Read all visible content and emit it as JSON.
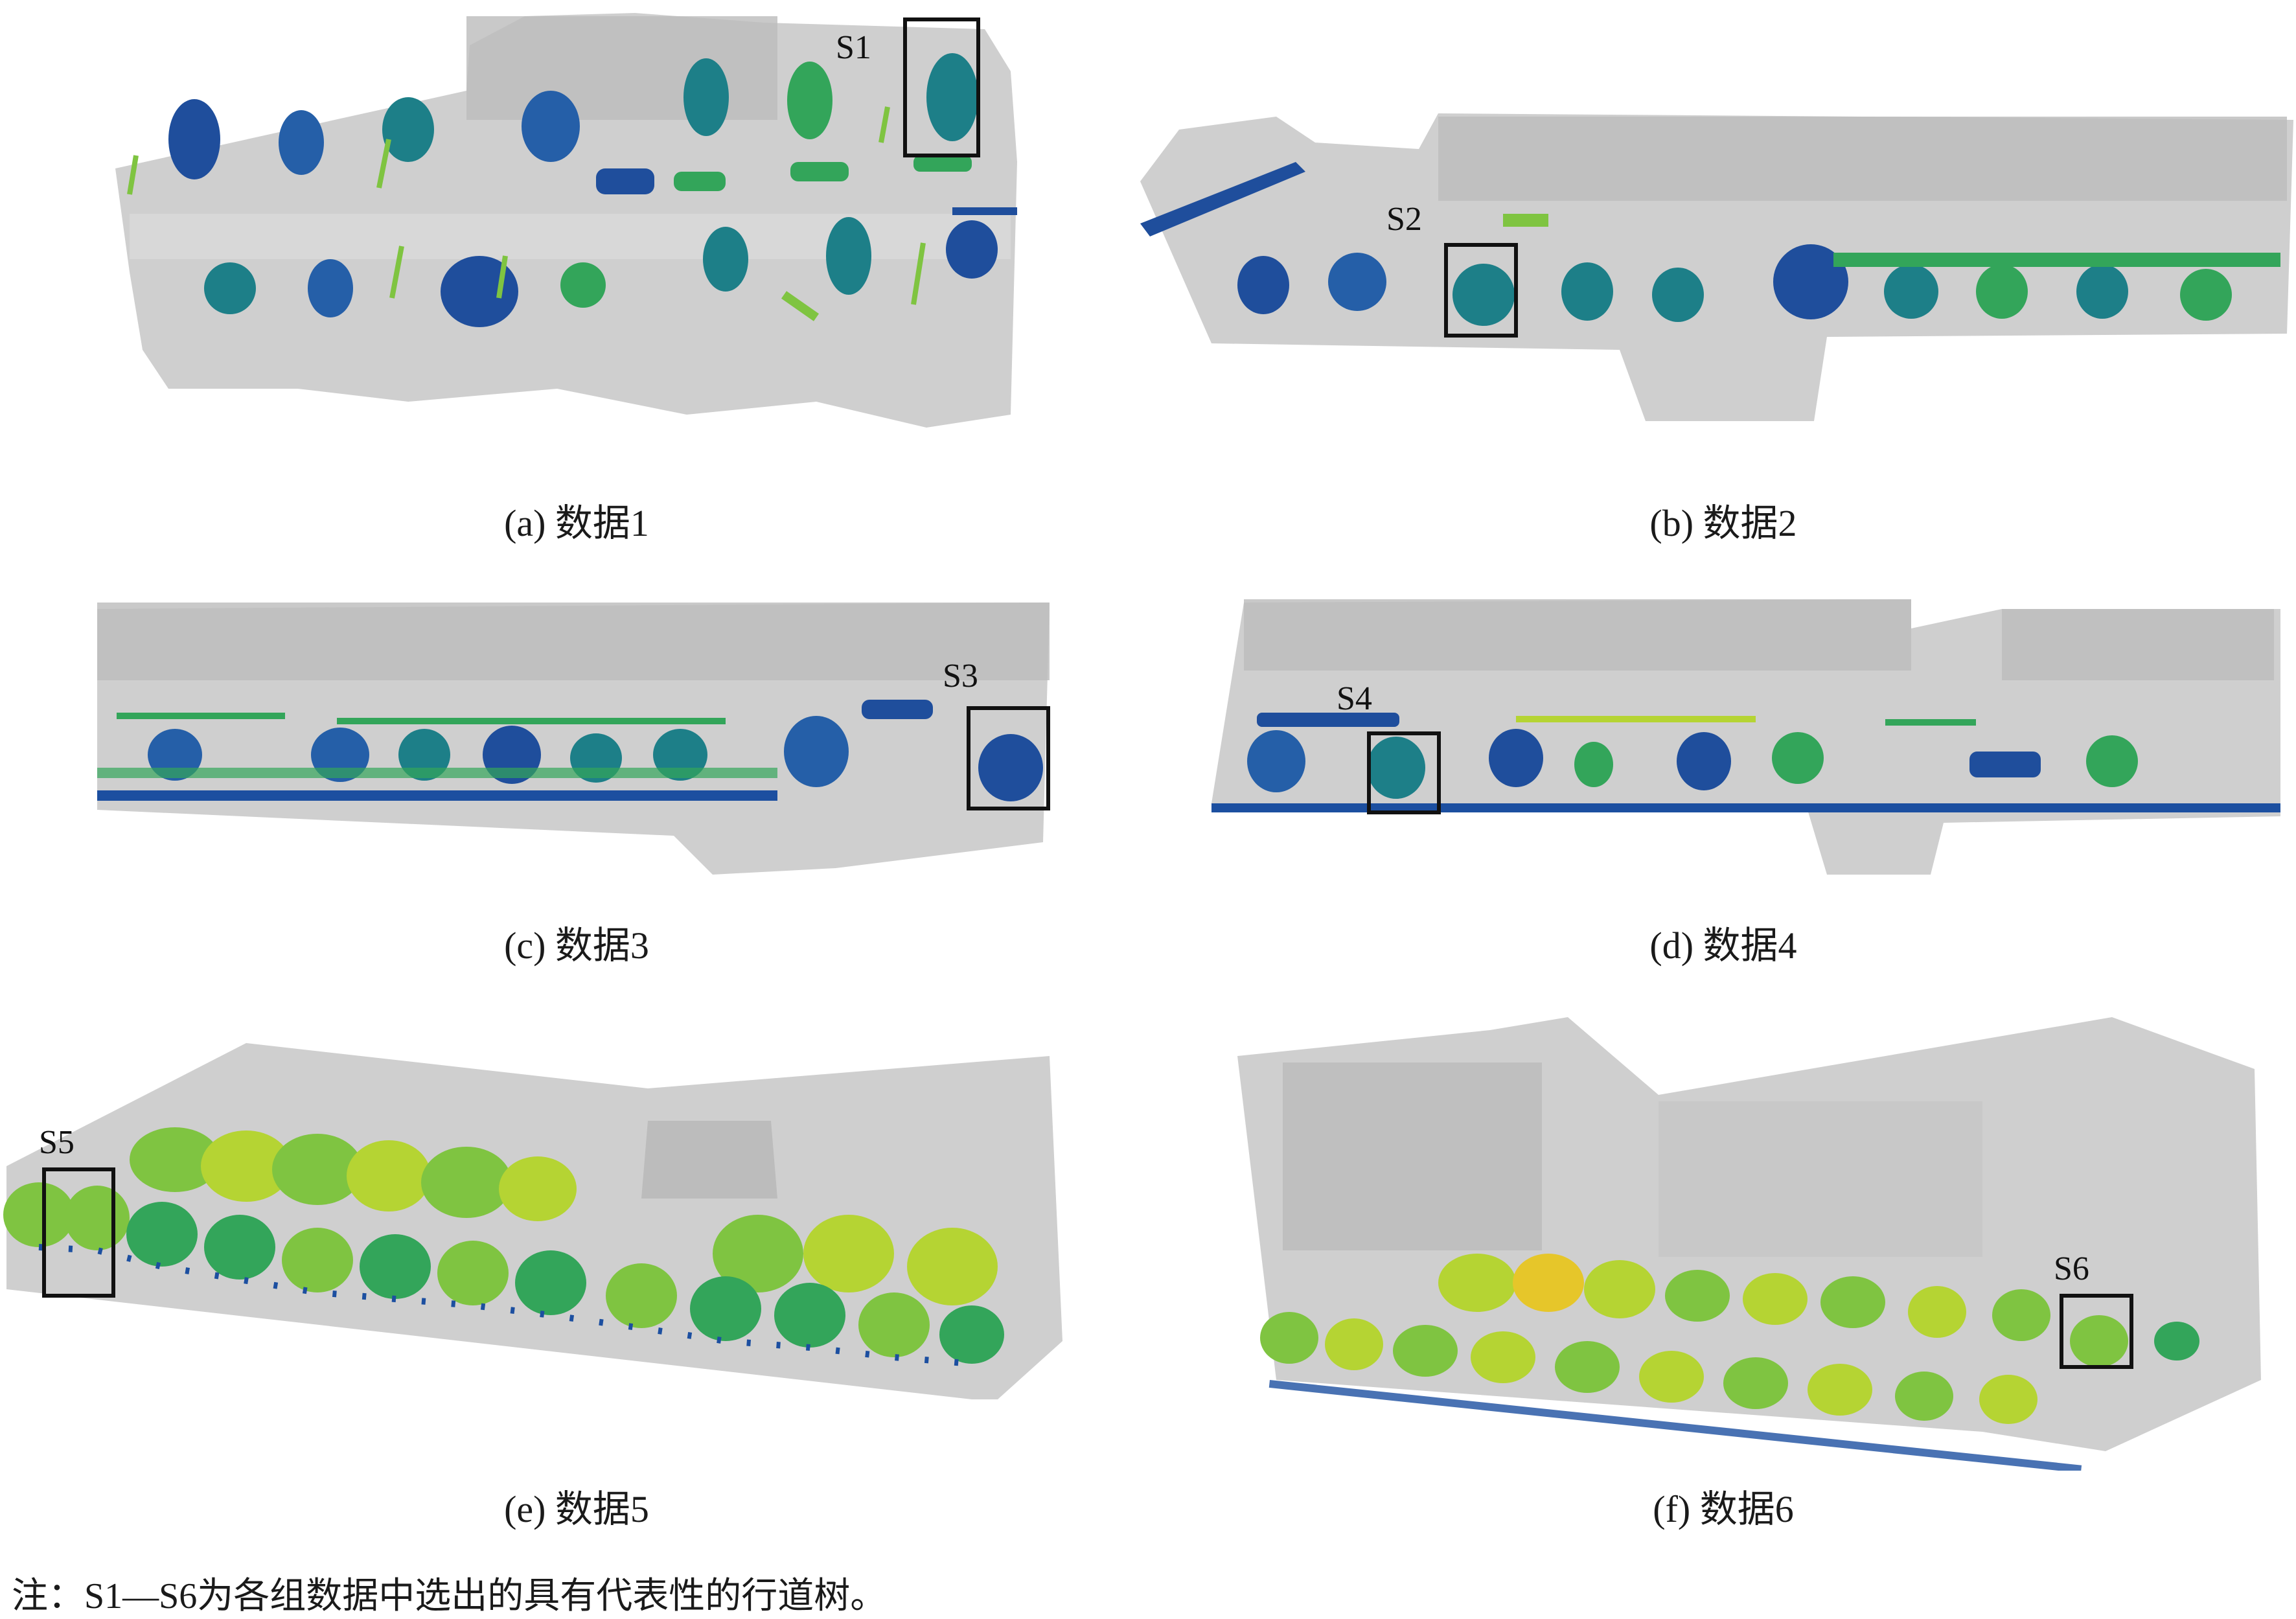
{
  "figure": {
    "panels": [
      {
        "id": "a",
        "caption": "(a) 数据1",
        "sample_label": "S1"
      },
      {
        "id": "b",
        "caption": "(b) 数据2",
        "sample_label": "S2"
      },
      {
        "id": "c",
        "caption": "(c) 数据3",
        "sample_label": "S3"
      },
      {
        "id": "d",
        "caption": "(d) 数据4",
        "sample_label": "S4"
      },
      {
        "id": "e",
        "caption": "(e) 数据5",
        "sample_label": "S5"
      },
      {
        "id": "f",
        "caption": "(f) 数据6",
        "sample_label": "S6"
      }
    ],
    "note": "注：S1—S6为各组数据中选出的具有代表性的行道树。"
  },
  "colors": {
    "background_cloud": "#d0d0d0",
    "building_cloud": "#bdbdbd",
    "tree_dark_blue": "#1f4e9c",
    "tree_blue": "#255fa8",
    "tree_teal": "#1d7f88",
    "tree_green": "#33a55a",
    "tree_light_green": "#7fc441",
    "tree_yellow_green": "#b5d433",
    "tree_yellow": "#e6c62a",
    "ground_blue": "#1c4fa0",
    "box_stroke": "#111111"
  }
}
